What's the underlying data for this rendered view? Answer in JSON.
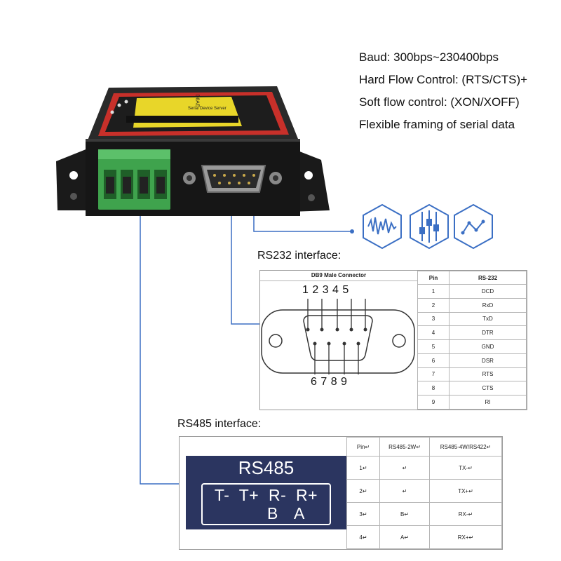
{
  "specs": {
    "baud": "Baud: 300bps~230400bps",
    "hard_flow": "Hard Flow Control: (RTS/CTS)+",
    "soft_flow": "Soft flow control: (XON/XOFF)",
    "framing": "Flexible framing of serial data"
  },
  "icons": [
    "waveform-icon",
    "circuit-icon",
    "line-chart-icon"
  ],
  "rs232": {
    "title": "RS232 interface:",
    "connector_label": "DB9 Male Connector",
    "top_pins": "1 2 3 4 5",
    "bottom_pins": "6 7 8 9",
    "headers": [
      "Pin",
      "RS-232"
    ],
    "rows": [
      [
        "1",
        "DCD"
      ],
      [
        "2",
        "RxD"
      ],
      [
        "3",
        "TxD"
      ],
      [
        "4",
        "DTR"
      ],
      [
        "5",
        "GND"
      ],
      [
        "6",
        "DSR"
      ],
      [
        "7",
        "RTS"
      ],
      [
        "8",
        "CTS"
      ],
      [
        "9",
        "RI"
      ]
    ]
  },
  "rs485": {
    "title": "RS485 interface:",
    "panel_title": "RS485",
    "terminals_row1": "T-  T+  R-  R+",
    "terminals_row2_b": "B",
    "terminals_row2_a": "A",
    "headers": [
      "Pin↵",
      "RS485-2W↵",
      "RS485-4W/RS422↵"
    ],
    "rows": [
      [
        "1↵",
        "↵",
        "TX-↵"
      ],
      [
        "2↵",
        "↵",
        "TX+↵"
      ],
      [
        "3↵",
        "B↵",
        "RX-↵"
      ],
      [
        "4↵",
        "A↵",
        "RX+↵"
      ]
    ]
  },
  "device": {
    "front_text": "D8AE",
    "label_text": "Serial Device Server"
  },
  "colors": {
    "connector_line": "#3b6fc4",
    "terminal_block": "#3fa34d",
    "panel_bg": "#2b3560"
  }
}
